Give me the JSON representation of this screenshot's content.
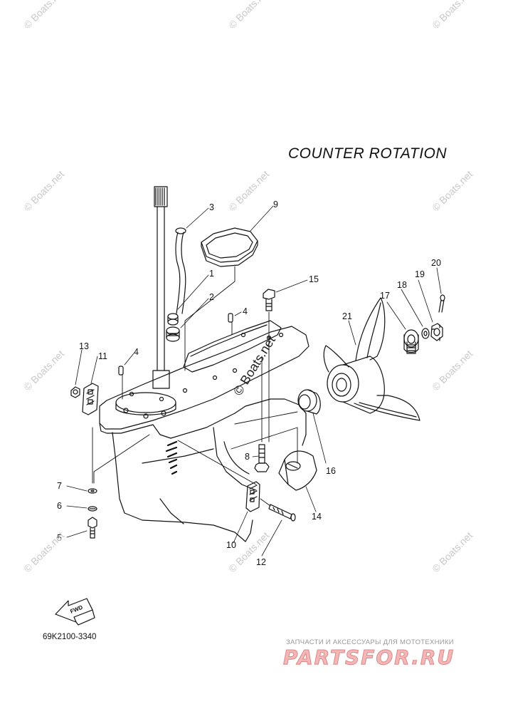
{
  "diagram": {
    "title": "COUNTER  ROTATION",
    "code": "69K2100-3340",
    "fwd_label": "FWD",
    "parts": {
      "p1": "1",
      "p2": "2",
      "p3": "3",
      "p4a": "4",
      "p4b": "4",
      "p5": "5",
      "p6": "6",
      "p7": "7",
      "p8": "8",
      "p9": "9",
      "p10": "10",
      "p11": "11",
      "p12": "12",
      "p13": "13",
      "p14": "14",
      "p15": "15",
      "p16": "16",
      "p17": "17",
      "p18": "18",
      "p19": "19",
      "p20": "20",
      "p21": "21"
    }
  },
  "watermarks": {
    "text": "© Boats.net",
    "center": "© Boats.net"
  },
  "shop": {
    "tagline": "ЗАПЧАСТИ И АКСЕССУАРЫ ДЛЯ МОТОТЕХНИКИ",
    "logo": "PARTSFOR.RU"
  },
  "colors": {
    "line": "#111111",
    "watermark": "#c9c9c9",
    "logo": "#f2b7b7"
  }
}
